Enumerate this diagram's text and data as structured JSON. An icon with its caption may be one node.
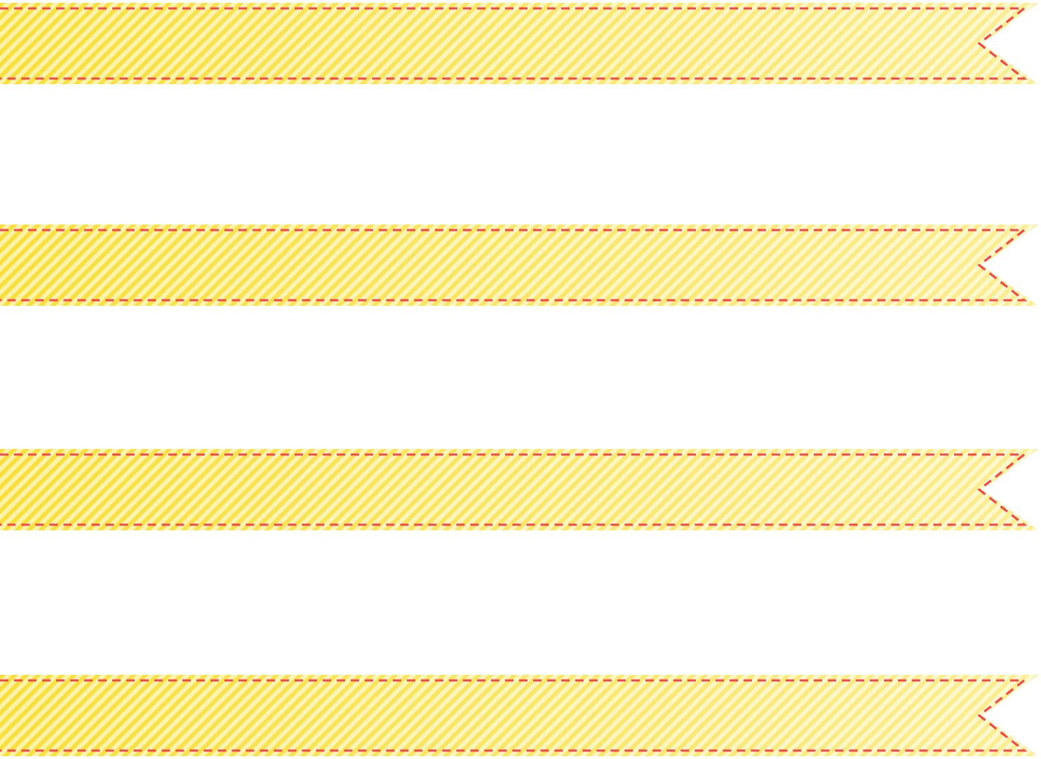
{
  "diagram": {
    "nodes": [
      {
        "text": [],
        "shape": "ribbon"
      },
      {
        "text": [],
        "shape": "ribbon"
      },
      {
        "text": [],
        "shape": "ribbon"
      },
      {
        "text": [],
        "shape": "ribbon"
      }
    ]
  }
}
